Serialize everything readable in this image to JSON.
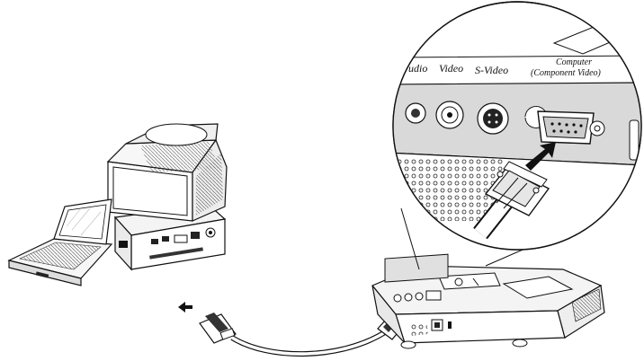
{
  "diagram": {
    "title": "",
    "devices": {
      "computer": "desktop-computer-with-crt-monitor",
      "laptop": "laptop-computer",
      "projector": "projector",
      "cable": "vga-computer-cable"
    },
    "port_labels": {
      "audio": "udio",
      "video": "Video",
      "s_video": "S-Video",
      "computer_line1": "Computer",
      "computer_line2": "(Component Video)"
    },
    "icons": [
      "arrow-left-icon",
      "arrow-insert-icon"
    ]
  }
}
